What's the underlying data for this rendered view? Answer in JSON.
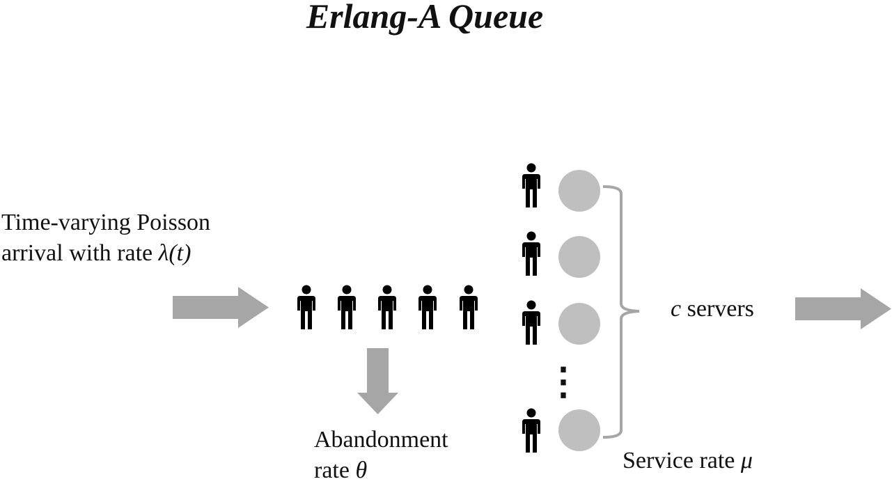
{
  "title": "Erlang-A Queue",
  "arrival": {
    "line1": "Time-varying Poisson",
    "line2_prefix": "arrival with rate ",
    "line2_math": "λ(t)"
  },
  "abandonment": {
    "line1": "Abandonment",
    "line2_prefix": "rate ",
    "line2_math": "θ"
  },
  "servers": {
    "math": "c",
    "suffix": " servers",
    "ellipsis": "⋮"
  },
  "service": {
    "prefix": "Service rate ",
    "math": "μ"
  },
  "colors": {
    "arrow": "#a6a6a6",
    "server": "#bfbfbf",
    "person": "#000000",
    "bracket": "#a6a6a6"
  },
  "icons": {
    "person": "person-icon",
    "server": "server-circle-icon"
  }
}
